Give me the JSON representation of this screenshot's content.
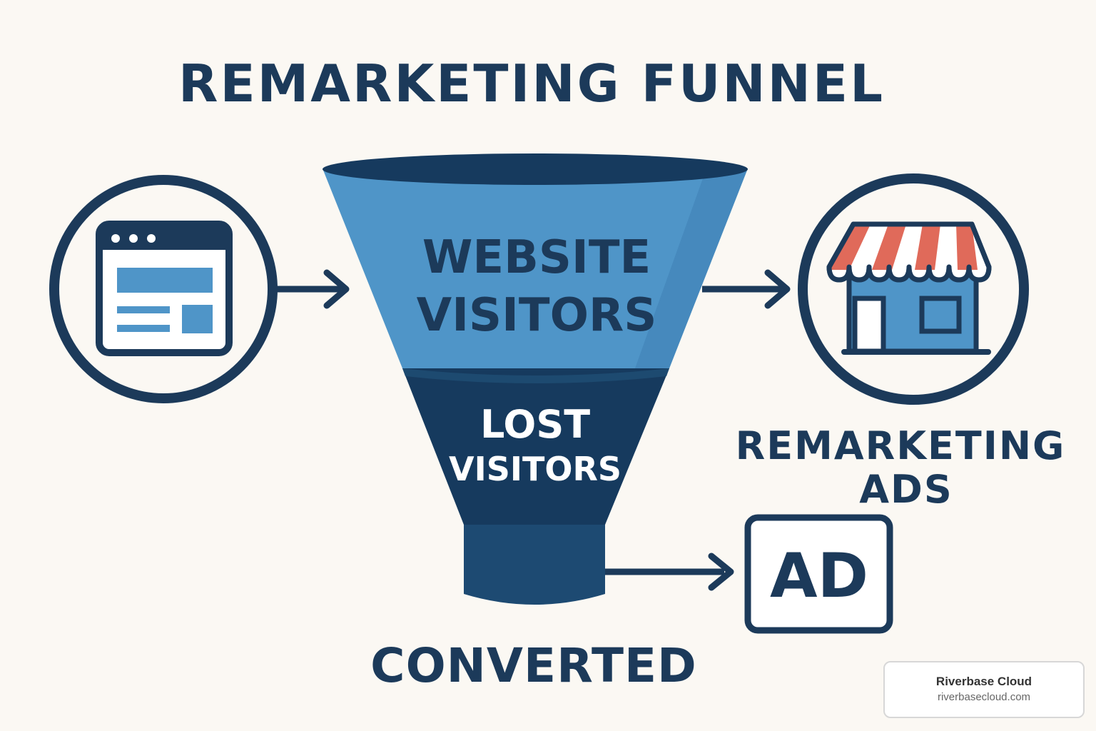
{
  "diagram": {
    "title": "REMARKETING FUNNEL",
    "funnel_top_line1": "WEBSITE",
    "funnel_top_line2": "VISITORS",
    "funnel_middle_line1": "LOST",
    "funnel_middle_line2": "VISITORS",
    "funnel_bottom_label": "CONVERTED",
    "ads_label_line1": "REMARKETING",
    "ads_label_line2": "ADS",
    "ad_box_text": "AD"
  },
  "icons": {
    "left": "browser-window-icon",
    "right": "storefront-icon"
  },
  "colors": {
    "navy": "#1c3a5a",
    "blue": "#4f95c8",
    "awning_red": "#e06a5a",
    "background": "#fbf8f3"
  },
  "brand": {
    "name": "Riverbase Cloud",
    "url": "riverbasecloud.com"
  }
}
